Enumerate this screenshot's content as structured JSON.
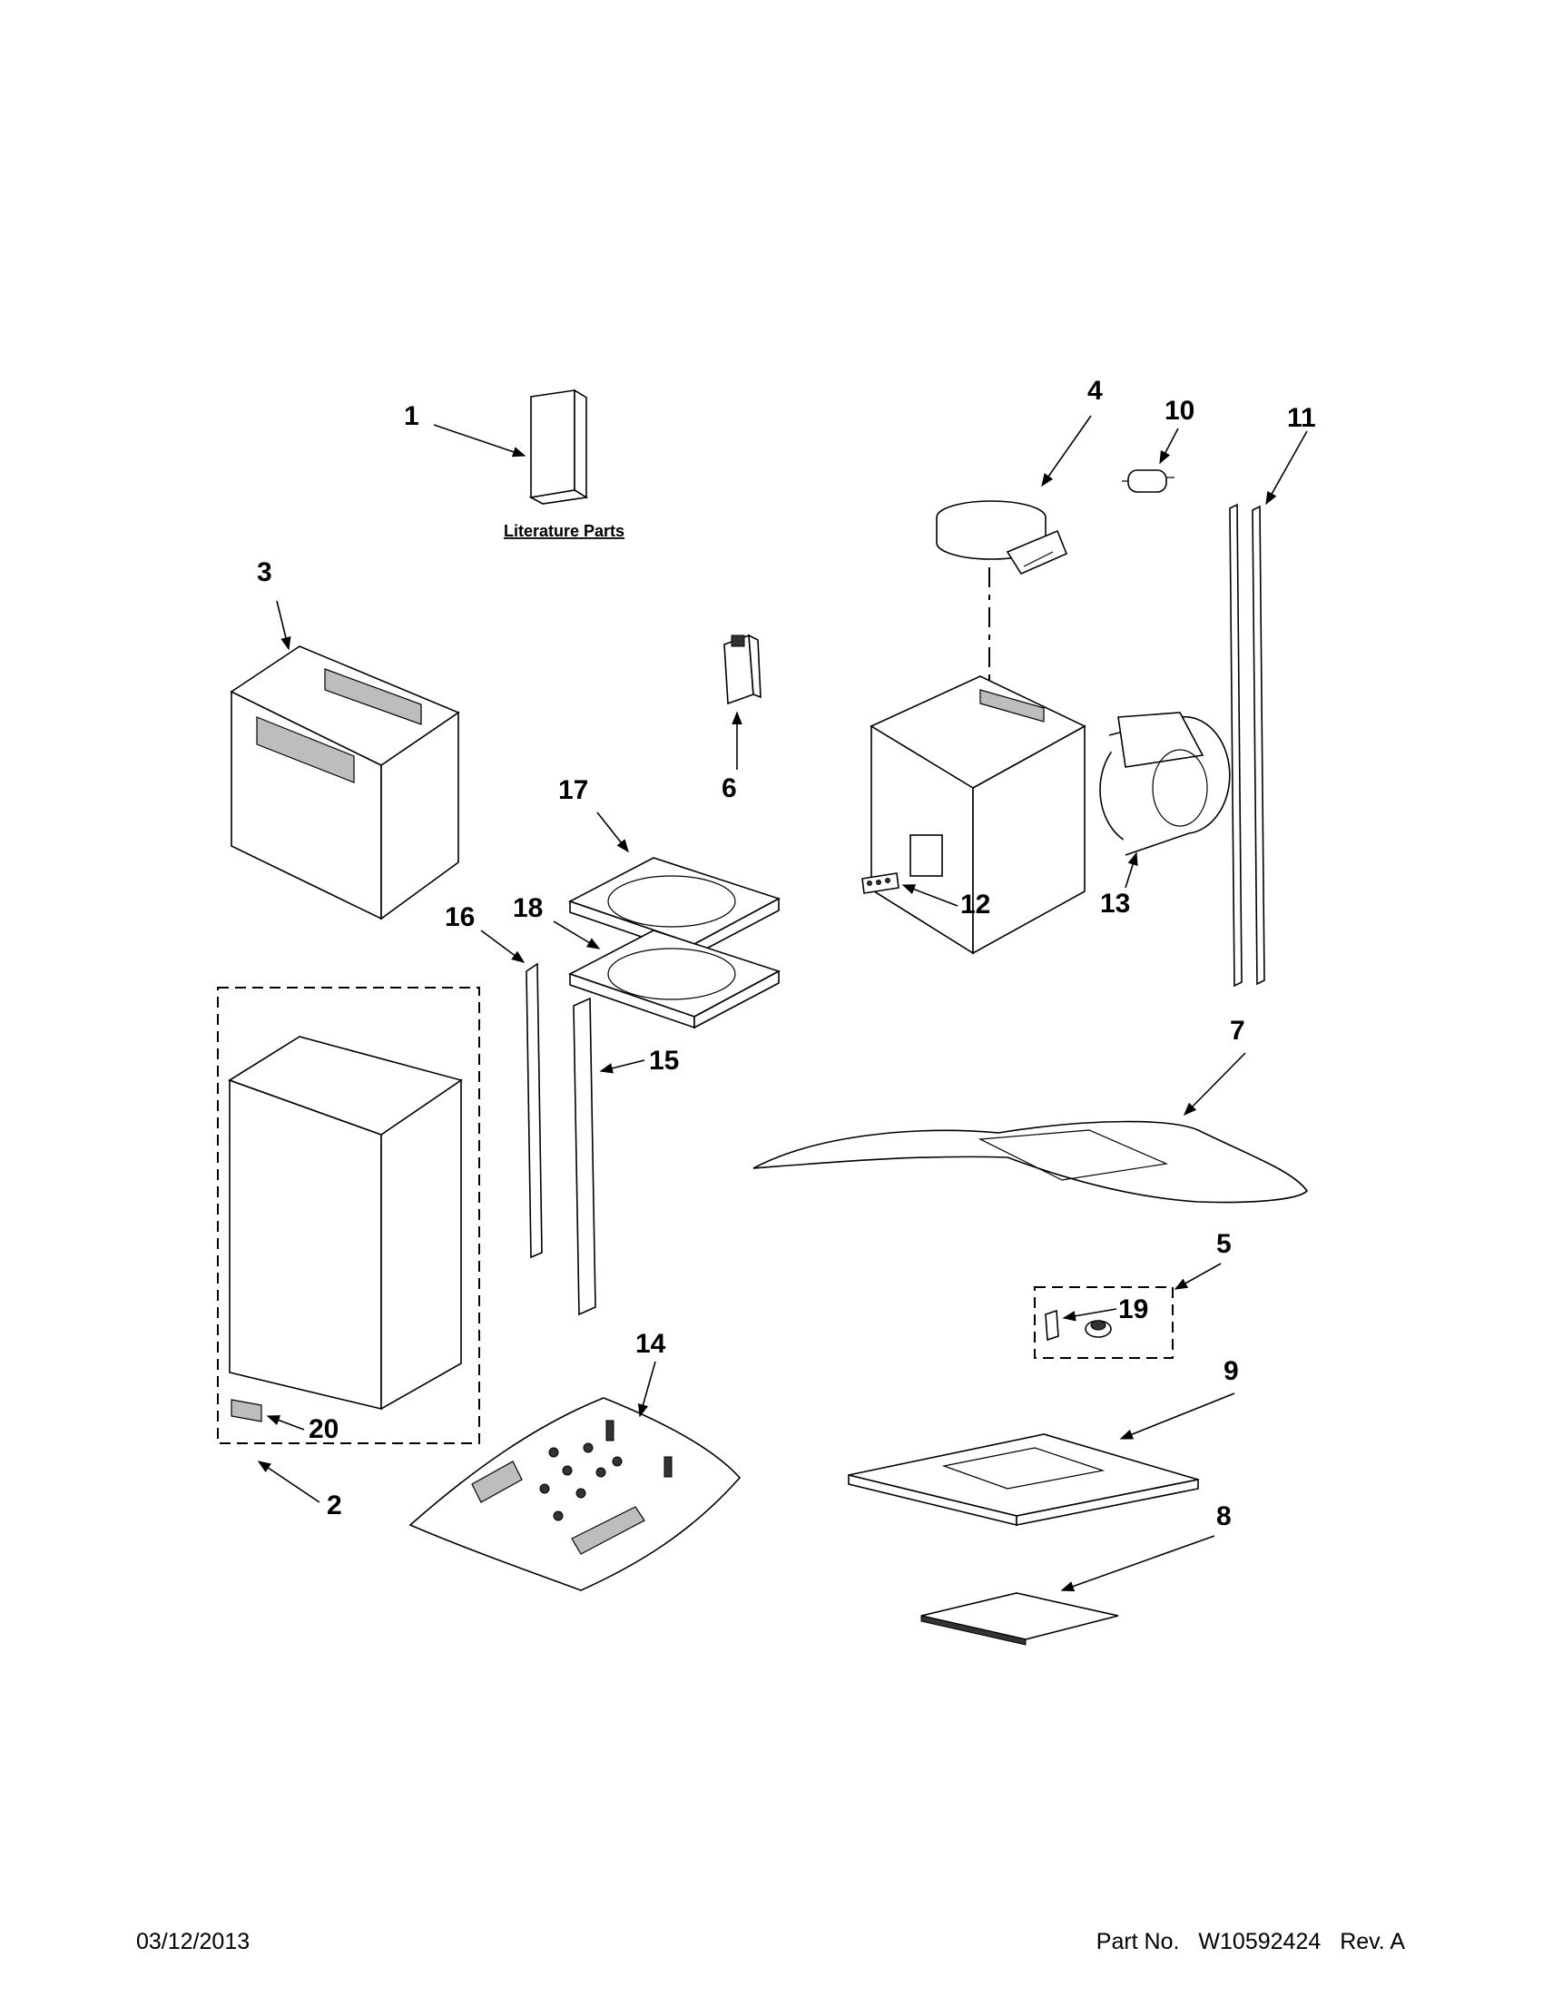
{
  "diagram": {
    "literature_label": "Literature Parts",
    "callouts": [
      "1",
      "2",
      "3",
      "4",
      "5",
      "6",
      "7",
      "8",
      "9",
      "10",
      "11",
      "12",
      "13",
      "14",
      "15",
      "16",
      "17",
      "18",
      "19",
      "20"
    ]
  },
  "footer": {
    "date": "03/12/2013",
    "part_label": "Part No.",
    "part_number": "W10592424",
    "revision": "Rev. A"
  }
}
